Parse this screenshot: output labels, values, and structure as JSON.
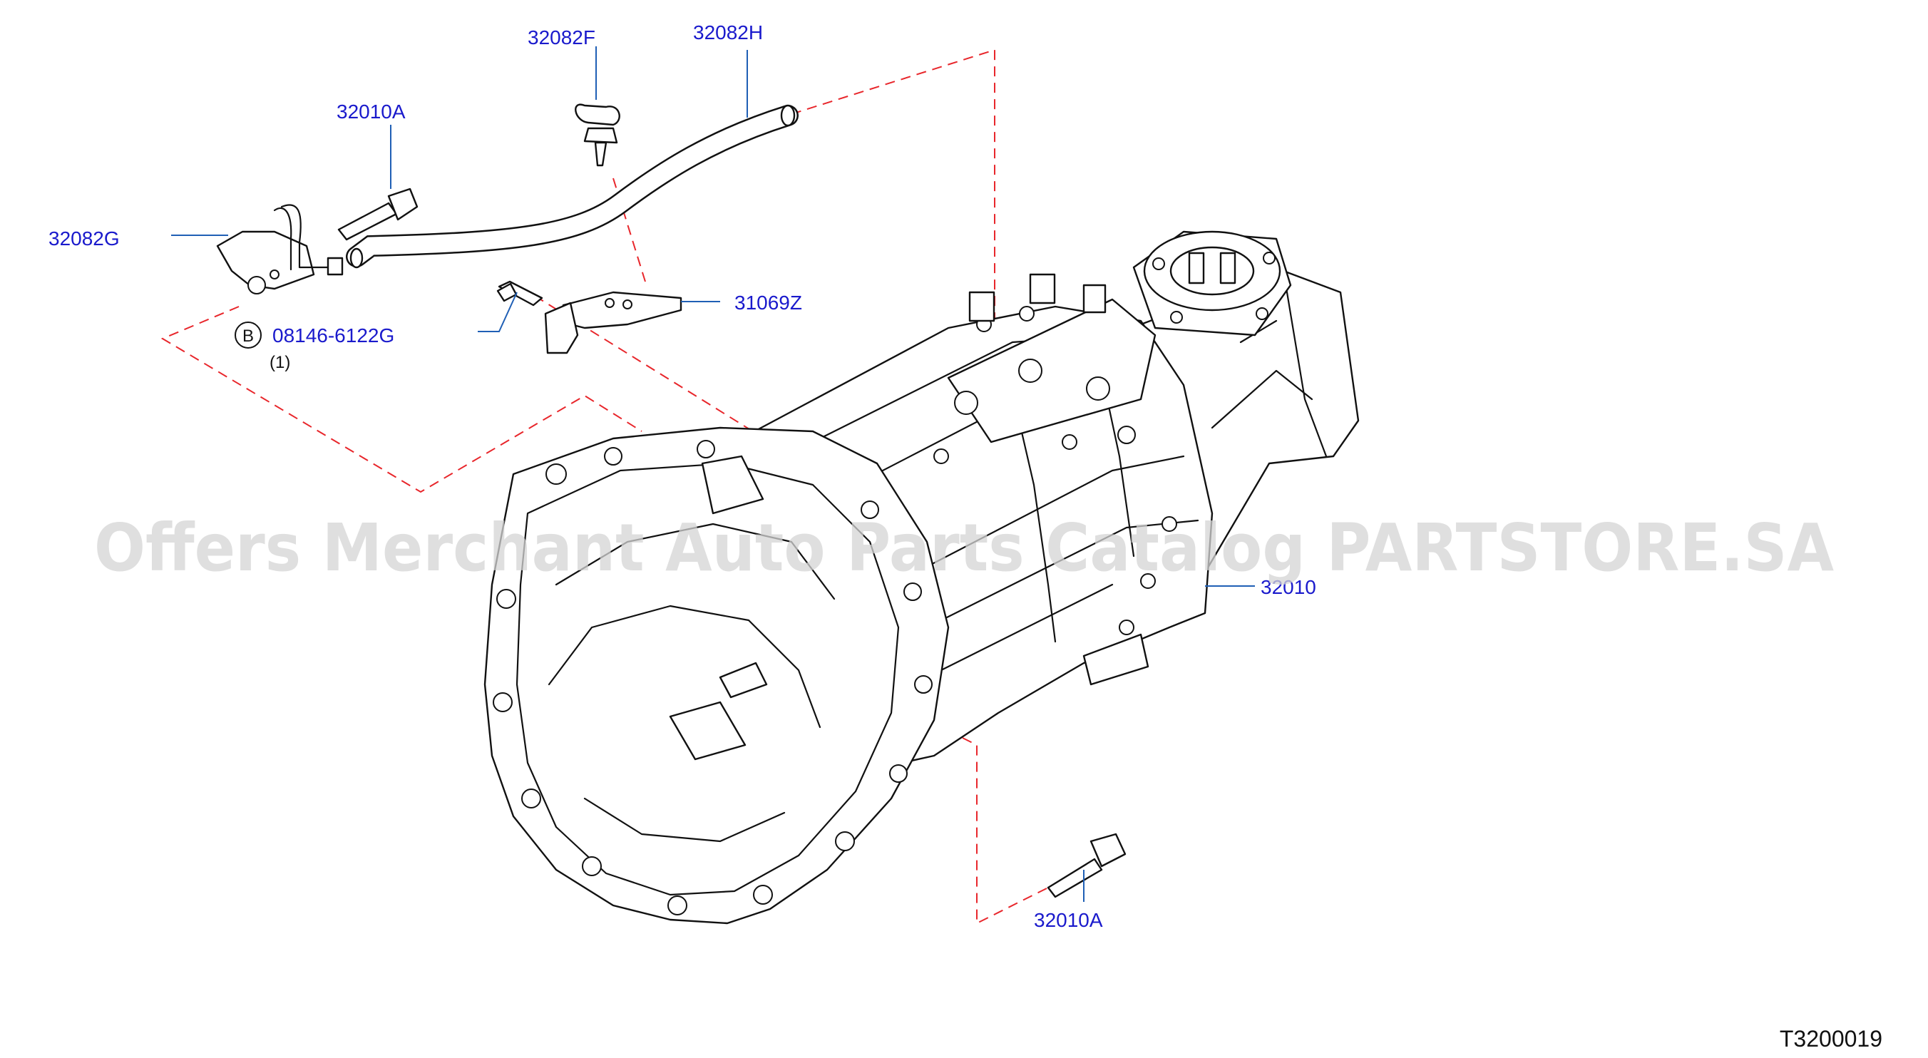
{
  "watermark": "Offers Merchant Auto Parts Catalog PARTSTORE.SA",
  "diagram_code": "T3200019",
  "reference": {
    "badge": "B",
    "part": "08146-6122G",
    "qty": "(1)"
  },
  "callouts": {
    "c32082F": "32082F",
    "c32082H": "32082H",
    "c32010A_top": "32010A",
    "c32082G": "32082G",
    "c31069Z": "31069Z",
    "c32010": "32010",
    "c32010A_bottom": "32010A"
  },
  "colors": {
    "callout": "#1a1acc",
    "leader": "#1f5fb5",
    "dashed": "#e8262b"
  }
}
